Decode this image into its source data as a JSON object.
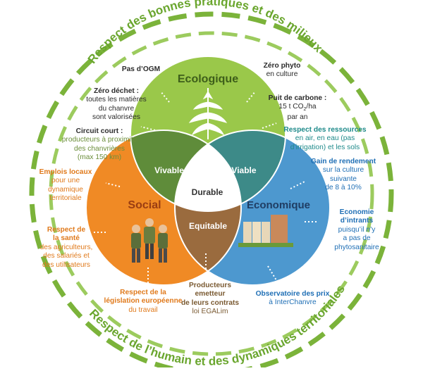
{
  "ring": {
    "top_text": "Respect des bonnes pratiques et des milieux",
    "bottom_text": "Respect de l’humain et des dynamiques territoriales",
    "color": "#7bb33a"
  },
  "circles": {
    "ecologique": {
      "label": "Ecologique",
      "color": "#9ac84a"
    },
    "social": {
      "label": "Social",
      "color": "#f08a25"
    },
    "economique": {
      "label": "Economique",
      "color": "#4d98cf"
    }
  },
  "overlaps": {
    "vivable": "Vivable",
    "viable": "Viable",
    "equitable": "Equitable",
    "durable": "Durable"
  },
  "items": {
    "pas_ogm": "Pas d’OGM",
    "zero_phyto_title": "Zéro phyto",
    "zero_phyto_sub": "en culture",
    "zero_dechet_title": "Zéro déchet :",
    "zero_dechet_sub1": "toutes les matières",
    "zero_dechet_sub2": "du chanvre",
    "zero_dechet_sub3": "sont valorisées",
    "puits_title": "Puit de carbone :",
    "puits_sub1": "15 t CO",
    "puits_sub_sub": "2",
    "puits_sub1b": "/ha",
    "puits_sub2": "par an",
    "circuit_title": "Circuit court :",
    "circuit_sub1": "producteurs à proximité",
    "circuit_sub2": "des chanvrières",
    "circuit_sub3": "(max 150 km)",
    "ressources_title": "Respect des ressources",
    "ressources_sub1": "en air, en eau (pas",
    "ressources_sub2": "d’irrigation) et les sols",
    "emplois_title": "Emplois locaux",
    "emplois_sub1": "pour une",
    "emplois_sub2": "dynamique",
    "emplois_sub3": "territoriale",
    "gain_title": "Gain de rendement",
    "gain_sub1": "sur la culture",
    "gain_sub2": "suivante",
    "gain_sub3": "de 8 à 10%",
    "sante_title1": "Respect de",
    "sante_title2": "la santé",
    "sante_sub1": "des agriculteurs,",
    "sante_sub2": "des salariés et",
    "sante_sub3": "des utilisateurs",
    "intrants_title1": "Economie",
    "intrants_title2": "d’intrants",
    "intrants_sub1": "puisqu’il n’y",
    "intrants_sub2": "a pas de",
    "intrants_sub3": "phytosanitaire",
    "legislation_title1": "Respect de la",
    "legislation_title2": "législation européenne",
    "legislation_sub": "du travail",
    "producteurs_title1": "Producteurs",
    "producteurs_title2": "emetteur",
    "producteurs_title3": "de leurs contrats",
    "producteurs_sub": "loi EGALim",
    "observatoire_title": "Observatoire des prix",
    "observatoire_sub": "à InterChanvre"
  }
}
